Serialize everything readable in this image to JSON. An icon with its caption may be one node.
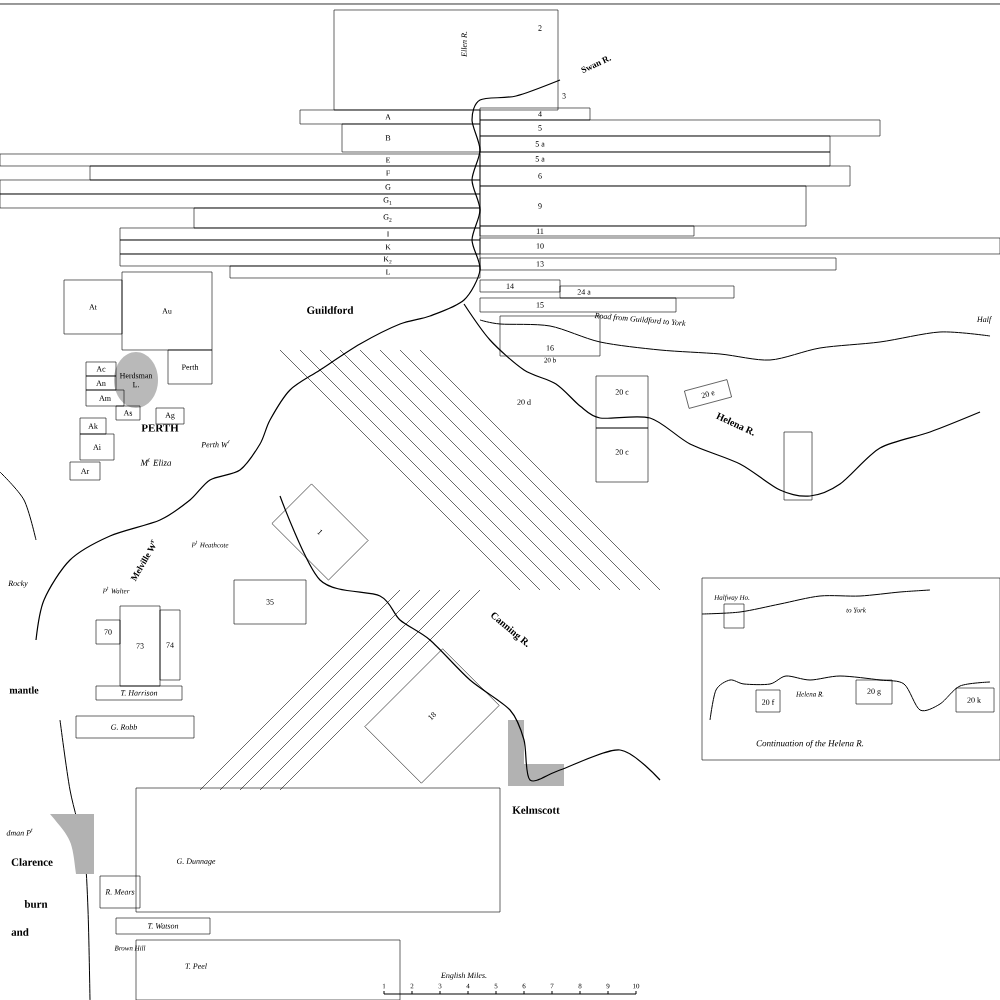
{
  "diagram": {
    "nodes": [
      {
        "text": [
          "2"
        ]
      },
      {
        "text": [
          "A"
        ]
      },
      {
        "text": [
          "B"
        ]
      },
      {
        "text": [
          "E"
        ]
      },
      {
        "text": [
          "F"
        ]
      },
      {
        "text": [
          "G"
        ]
      },
      {
        "text": [
          "G$_{1}$"
        ]
      },
      {
        "text": [
          "G$_{2}$"
        ]
      },
      {
        "text": [
          "I"
        ]
      },
      {
        "text": [
          "K"
        ]
      },
      {
        "text": [
          "K$_{2}$"
        ]
      },
      {
        "text": [
          "L"
        ]
      },
      {
        "text": [
          "4"
        ]
      },
      {
        "text": [
          "5"
        ]
      },
      {
        "text": [
          "5 a"
        ]
      },
      {
        "text": [
          "5 a"
        ]
      },
      {
        "text": [
          "6"
        ]
      },
      {
        "text": [
          "9"
        ]
      },
      {
        "text": [
          "11"
        ]
      },
      {
        "text": [
          "10"
        ]
      },
      {
        "text": [
          "13"
        ]
      },
      {
        "text": [
          "14"
        ]
      },
      {
        "text": [
          "24 a"
        ]
      },
      {
        "text": [
          "15"
        ]
      },
      {
        "text": [
          "16"
        ]
      },
      {
        "text": [
          "At"
        ]
      },
      {
        "text": [
          "Au"
        ]
      },
      {
        "text": [
          "Perth"
        ]
      },
      {
        "text": [
          "20 c"
        ]
      },
      {
        "text": [
          "20 c"
        ]
      },
      {
        "text": [
          "20 e"
        ]
      },
      {
        "text": [
          "Ac"
        ]
      },
      {
        "text": [
          "An"
        ]
      },
      {
        "text": [
          "Am"
        ]
      },
      {
        "text": [
          "As"
        ]
      },
      {
        "text": [
          "Ag"
        ]
      },
      {
        "text": [
          "Ak"
        ]
      },
      {
        "text": [
          "Ai"
        ]
      },
      {
        "text": [
          "Ar"
        ]
      },
      {
        "text": [
          "G. Robb"
        ]
      },
      {
        "text": [
          "T. Harrison"
        ]
      },
      {
        "text": [
          "G. Dunnage"
        ]
      },
      {
        "text": [
          "T. Watson"
        ]
      },
      {
        "text": [
          "T. Peel"
        ]
      },
      {
        "text": [
          "R. Mears"
        ]
      },
      {
        "text": [
          "73"
        ]
      },
      {
        "text": [
          "74"
        ]
      },
      {
        "text": [
          "70"
        ]
      },
      {
        "text": [
          "35"
        ]
      },
      {
        "text": [
          "1"
        ]
      },
      {
        "text": [
          "18"
        ]
      },
      {
        "text": [
          "Continuation of the Helena R."
        ]
      }
    ],
    "labels": [
      "3",
      "Ellen R.",
      "Swan R.",
      "Guildford",
      "PERTH",
      "M$^{t}$ Eliza",
      "Perth W$^{r}$",
      "Herdsman L.",
      "Melville W$^{r}$",
      "P$^{t}$ Walter",
      "P$^{t}$ Heathcote",
      "Rocky",
      "mantle",
      "Canning R.",
      "Helena R.",
      "Road from Guildford to York",
      "Half",
      "Kelmscott",
      "dman P$^{t}$",
      "Clarence",
      "burn",
      "and",
      "Brown Hill",
      "English Miles.",
      "1",
      "2",
      "3",
      "4",
      "5",
      "6",
      "7",
      "8",
      "9",
      "10",
      "Halfway Ho.",
      "to York",
      "Helena R.",
      "20 f",
      "20 g",
      "20 k",
      "20 b",
      "20 d"
    ]
  }
}
